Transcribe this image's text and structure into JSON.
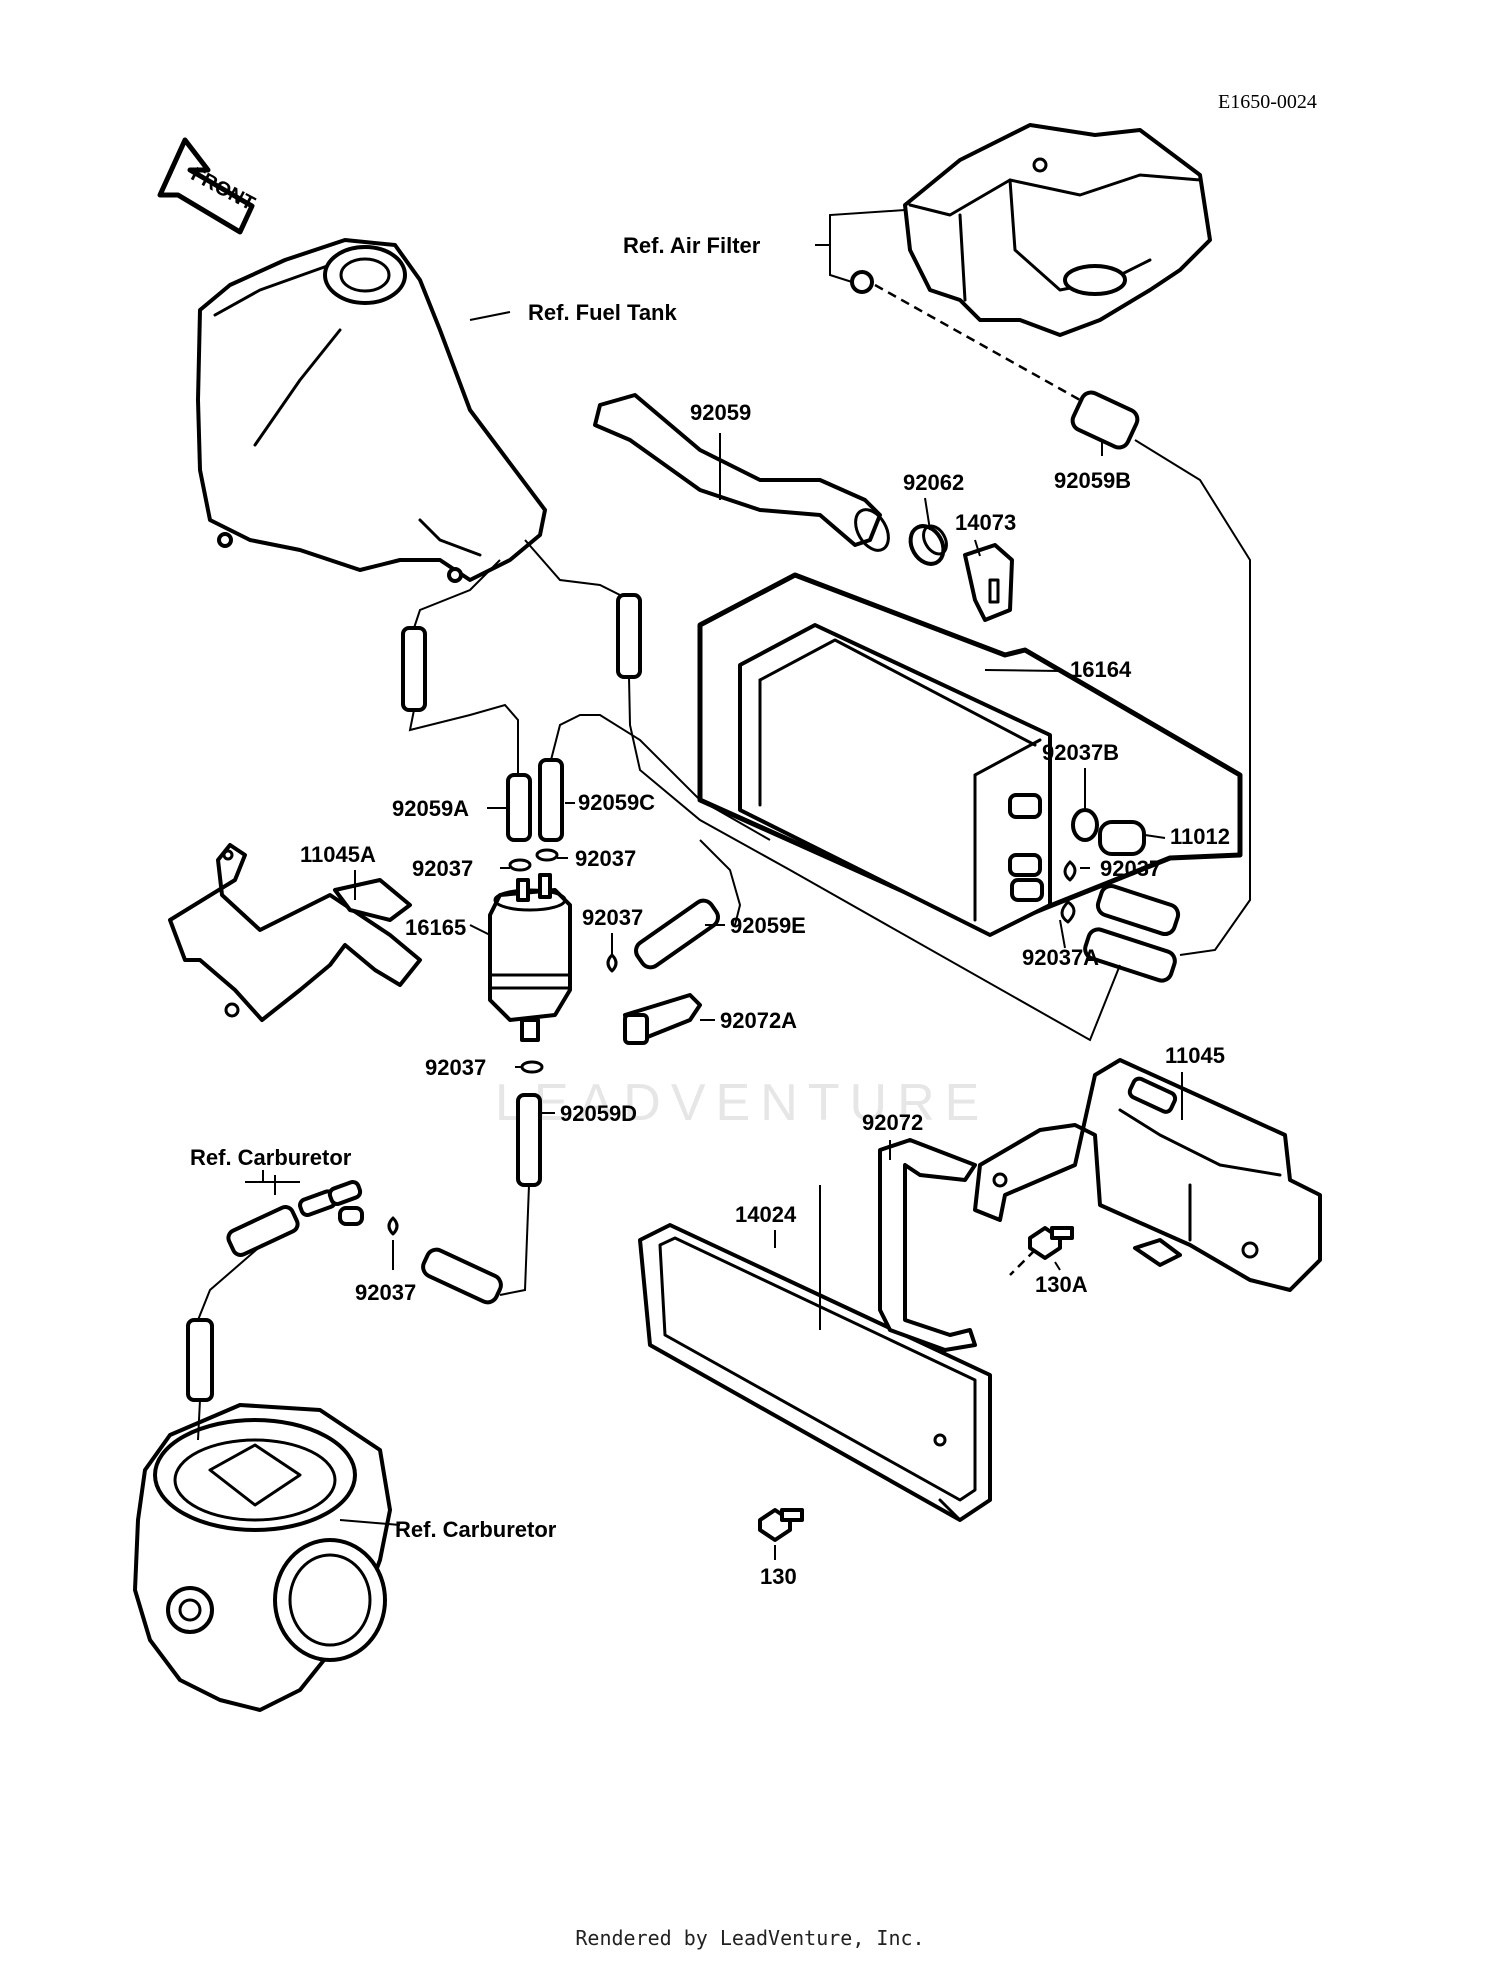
{
  "diagram_code": "E1650-0024",
  "footer": "Rendered by LeadVenture, Inc.",
  "watermark": "LEADVENTURE",
  "front_arrow": "FRONT",
  "refs": {
    "air_filter": "Ref. Air Filter",
    "fuel_tank": "Ref. Fuel Tank",
    "carburetor_top": "Ref. Carburetor",
    "carburetor_bottom": "Ref. Carburetor"
  },
  "parts": {
    "p92059": "92059",
    "p92062": "92062",
    "p14073": "14073",
    "p92059B": "92059B",
    "p16164": "16164",
    "p92037B": "92037B",
    "p11012": "11012",
    "p92037_right": "92037",
    "p92037A": "92037A",
    "p92059A": "92059A",
    "p92059C": "92059C",
    "p92037_a": "92037",
    "p92037_b": "92037",
    "p11045A": "11045A",
    "p16165": "16165",
    "p92037_c": "92037",
    "p92059E": "92059E",
    "p92072A": "92072A",
    "p92037_d": "92037",
    "p92059D": "92059D",
    "p92037_e": "92037",
    "p11045": "11045",
    "p92072": "92072",
    "p14024": "14024",
    "p130A": "130A",
    "p130": "130"
  }
}
